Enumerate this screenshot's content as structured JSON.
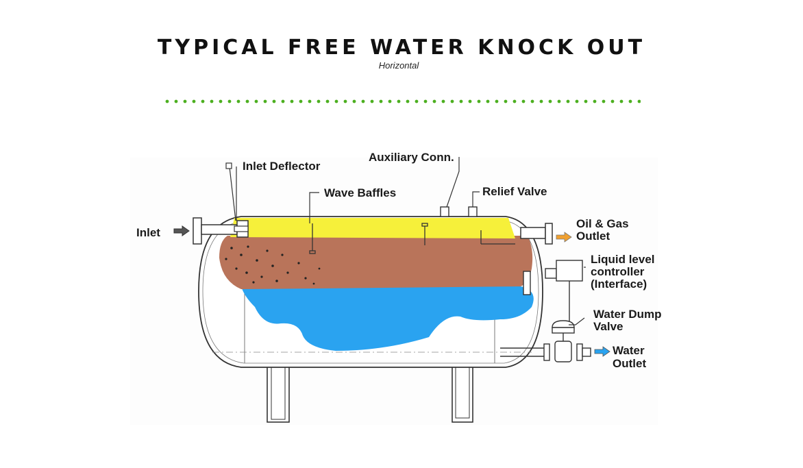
{
  "header": {
    "title": "TYPICAL FREE WATER KNOCK OUT",
    "subtitle": "Horizontal"
  },
  "colors": {
    "divider_dots": "#4caf1f",
    "gas_layer": "#f6f03a",
    "oil_layer": "#b9745a",
    "water_layer": "#2aa3f0",
    "oil_gas_arrow": "#f0a030",
    "water_arrow": "#2aa3f0",
    "inlet_arrow": "#555555"
  },
  "labels": {
    "inlet": "Inlet",
    "inlet_deflector": "Inlet Deflector",
    "auxiliary_conn": "Auxiliary Conn.",
    "wave_baffles": "Wave Baffles",
    "relief_valve": "Relief Valve",
    "oil_gas_outlet_line1": "Oil & Gas",
    "oil_gas_outlet_line2": "Outlet",
    "liquid_level_line1": "Liquid level",
    "liquid_level_line2": "controller",
    "liquid_level_line3": "(Interface)",
    "water_dump_line1": "Water Dump",
    "water_dump_line2": "Valve",
    "water_outlet_line1": "Water",
    "water_outlet_line2": "Outlet"
  }
}
